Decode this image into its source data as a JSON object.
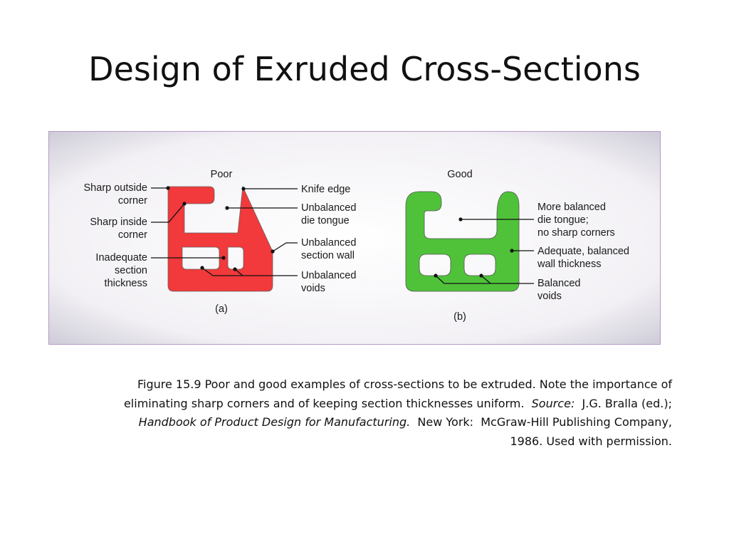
{
  "slide": {
    "title": "Design of Exruded Cross-Sections"
  },
  "figure": {
    "poor": {
      "heading": "Poor",
      "sub": "(a)",
      "color": "#f2393b",
      "labels": {
        "sharp_outside_1": "Sharp outside",
        "sharp_outside_2": "corner",
        "sharp_inside_1": "Sharp inside",
        "sharp_inside_2": "corner",
        "inadequate_1": "Inadequate",
        "inadequate_2": "section",
        "inadequate_3": "thickness",
        "knife_edge": "Knife edge",
        "tongue_1": "Unbalanced",
        "tongue_2": "die tongue",
        "wall_1": "Unbalanced",
        "wall_2": "section wall",
        "voids_1": "Unbalanced",
        "voids_2": "voids"
      }
    },
    "good": {
      "heading": "Good",
      "sub": "(b)",
      "color": "#4fc23a",
      "labels": {
        "tongue_1": "More balanced",
        "tongue_2": "die tongue;",
        "tongue_3": "no sharp corners",
        "wall_1": "Adequate, balanced",
        "wall_2": "wall thickness",
        "voids_1": "Balanced",
        "voids_2": "voids"
      }
    }
  },
  "caption": {
    "line1": "Figure 15.9  Poor and good examples of cross-sections to be extruded.  Note the importance of",
    "line2_a": "eliminating sharp corners and of keeping section thicknesses uniform.  ",
    "line2_source": "Source:",
    "line2_b": "  J.G. Bralla (ed.);",
    "line3_book": "Handbook of Product Design for Manufacturing.",
    "line3_b": "  New York:  McGraw-Hill Publishing Company,",
    "line4": "1986.  Used with permission."
  }
}
